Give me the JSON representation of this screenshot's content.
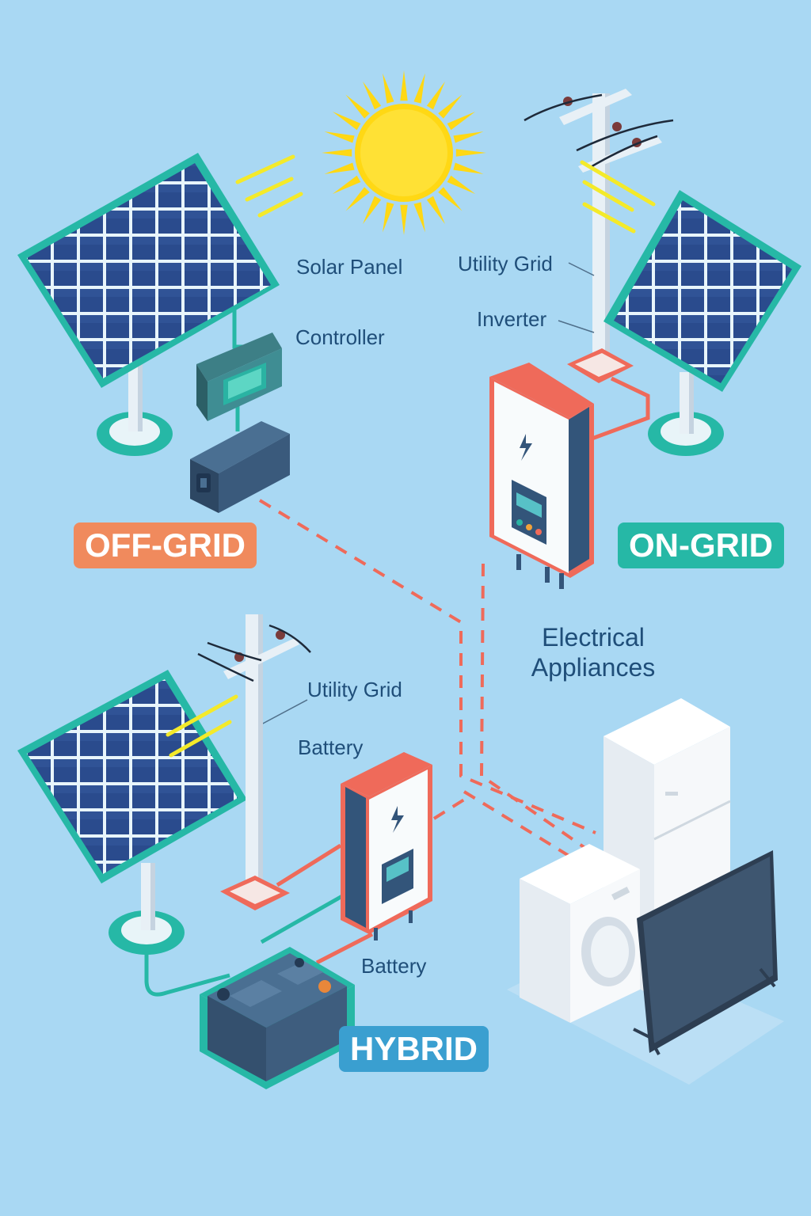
{
  "labels": {
    "solar_panel": "Solar Panel",
    "controller": "Controller",
    "utility_grid_top": "Utility Grid",
    "inverter": "Inverter",
    "electrical_appliances_line1": "Electrical",
    "electrical_appliances_line2": "Appliances",
    "utility_grid_bottom": "Utility Grid",
    "battery_upper": "Battery",
    "battery_lower": "Battery"
  },
  "badges": {
    "off_grid": "OFF-GRID",
    "on_grid": "ON-GRID",
    "hybrid": "HYBRID"
  },
  "colors": {
    "background": "#a9d8f3",
    "off_grid_badge": "#f08a5d",
    "on_grid_badge": "#26b8a6",
    "hybrid_badge": "#3a9fd0",
    "panel_cell": "#2a4b8d",
    "panel_frame": "#26b8a6",
    "ac_wire": "#ef6a5a",
    "dc_wire": "#26b8a6",
    "sun": "#ffd814",
    "label_text": "#1f4e79"
  }
}
